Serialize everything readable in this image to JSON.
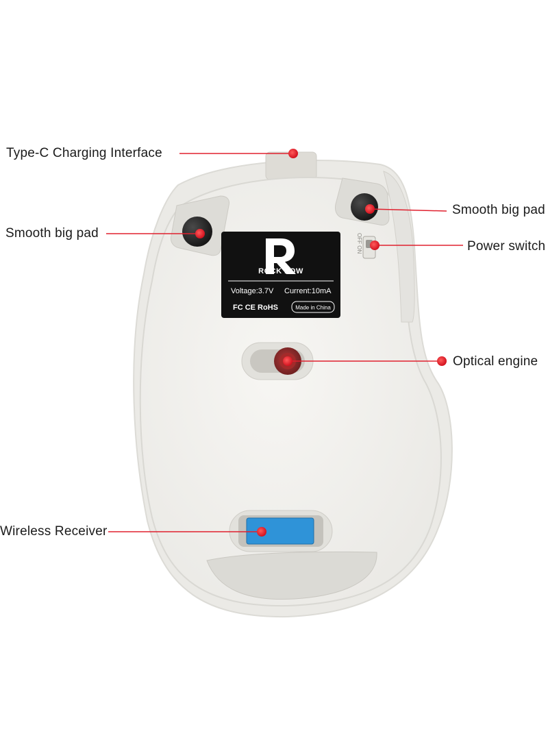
{
  "callouts": {
    "type_c": "Type-C Charging Interface",
    "pad_right": "Smooth big pad",
    "pad_left": "Smooth big pad",
    "power_switch": "Power switch",
    "optical_engine": "Optical engine",
    "wireless_receiver": "Wireless Receiver"
  },
  "sticker": {
    "brand": "ROCK POW",
    "voltage": "Voltage:3.7V",
    "current": "Current:10mA",
    "certs": "FC CE RoHS",
    "made_in": "Made in China"
  },
  "switch_text": "OFF ON",
  "colors": {
    "accent_red": "#e0202e",
    "body_white": "#f3f2ef",
    "sticker_black": "#111111",
    "receiver_blue": "#2f93d8"
  }
}
